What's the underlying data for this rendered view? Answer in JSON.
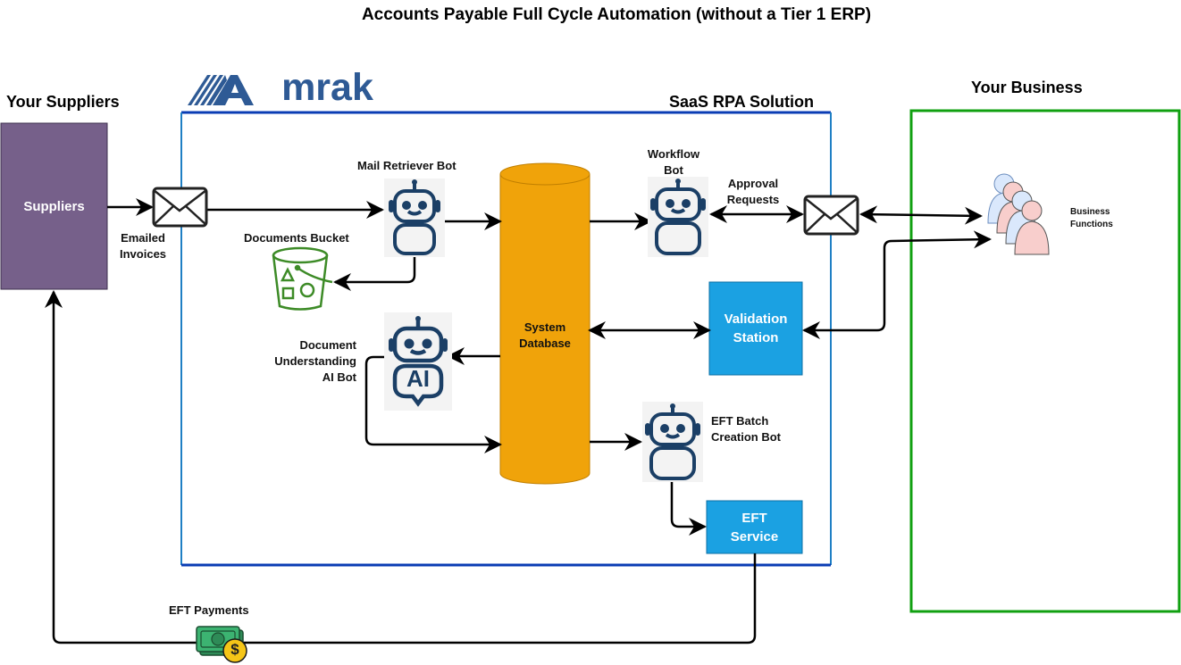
{
  "title": "Accounts Payable Full Cycle Automation (without a Tier 1 ERP)",
  "sections": {
    "suppliers_heading": "Your Suppliers",
    "saas_heading": "SaaS RPA Solution",
    "business_heading": "Your Business"
  },
  "brand": {
    "logo_text": "Amrak",
    "color": "#2e5a95"
  },
  "nodes": {
    "suppliers": "Suppliers",
    "emailed_invoices": [
      "Emailed",
      "Invoices"
    ],
    "mail_retriever_bot": "Mail Retriever Bot",
    "documents_bucket": "Documents Bucket",
    "document_understanding_bot": [
      "Document",
      "Understanding",
      "AI Bot"
    ],
    "system_database": [
      "System",
      "Database"
    ],
    "workflow_bot": [
      "Workflow",
      "Bot"
    ],
    "approval_requests": [
      "Approval",
      "Requests"
    ],
    "business_functions": [
      "Business",
      "Functions"
    ],
    "validation_station": [
      "Validation",
      "Station"
    ],
    "eft_batch_bot": [
      "EFT Batch",
      "Creation Bot"
    ],
    "eft_service": [
      "EFT",
      "Service"
    ],
    "eft_payments": "EFT Payments",
    "ai_badge": "AI",
    "dollar": "$"
  },
  "colors": {
    "suppliers_fill": "#76608a",
    "database_fill": "#f0a30a",
    "service_fill": "#1ba1e2",
    "saas_border": "#0a3cb4",
    "saas_border_side": "#1f7fc4",
    "business_border": "#10a010",
    "robot": "#1b3f66",
    "bucket": "#3d8b27",
    "money_green": "#2e8b57",
    "coin": "#f5c518"
  }
}
